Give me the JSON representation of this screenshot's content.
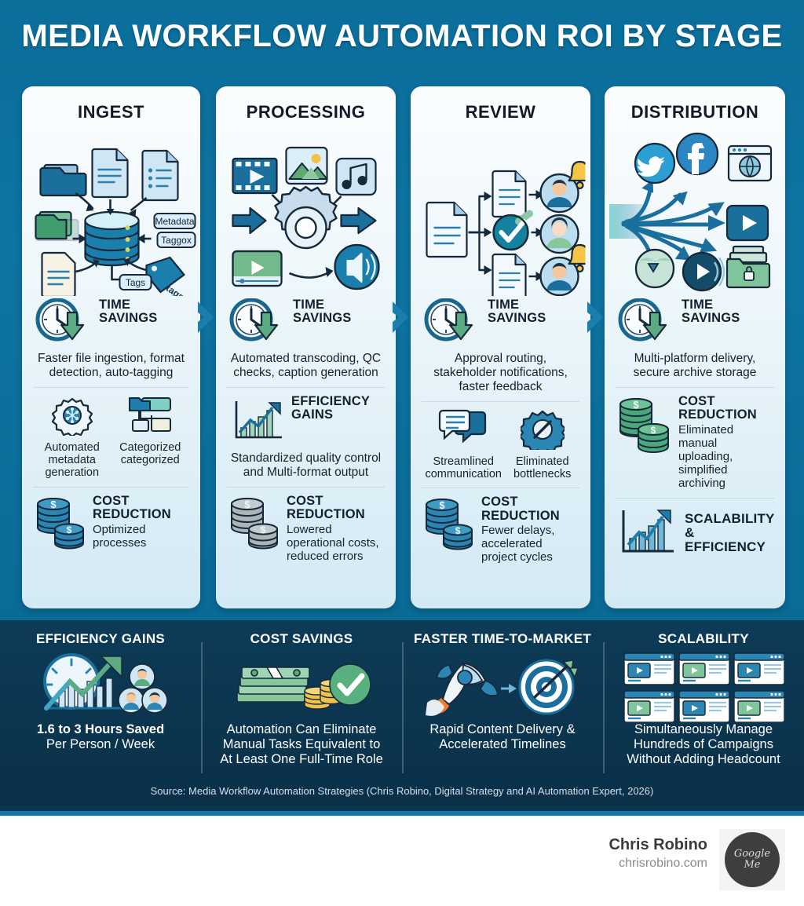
{
  "title": "MEDIA WORKFLOW AUTOMATION ROI BY STAGE",
  "stages": [
    {
      "name": "INGEST",
      "illustration_labels": {
        "metadata": "Metadata",
        "taggox": "Taggox",
        "tags": "Tags",
        "tag_shape": "tags"
      },
      "time_savings_heading": "TIME\nSAVINGS",
      "time_savings_head_l1": "TIME",
      "time_savings_head_l2": "SAVINGS",
      "time_savings_text": "Faster file ingestion, format detection, auto-tagging",
      "mid_left_caption": "Automated metadata generation",
      "mid_right_caption": "Categorized categorized",
      "cost_head_l1": "COST",
      "cost_head_l2": "REDUCTION",
      "cost_text": "Optimized processes"
    },
    {
      "name": "PROCESSING",
      "time_savings_head_l1": "TIME",
      "time_savings_head_l2": "SAVINGS",
      "time_savings_text": "Automated transcoding, QC checks, caption generation",
      "efficiency_head_l1": "EFFICIENCY",
      "efficiency_head_l2": "GAINS",
      "efficiency_text": "Standardized quality control and Multi-format output",
      "cost_head_l1": "COST",
      "cost_head_l2": "REDUCTION",
      "cost_text": "Lowered operational costs, reduced errors"
    },
    {
      "name": "REVIEW",
      "time_savings_head_l1": "TIME",
      "time_savings_head_l2": "SAVINGS",
      "time_savings_text": "Approval routing, stakeholder notifications, faster feedback",
      "mid_left_caption": "Streamlined communication",
      "mid_right_caption": "Eliminated bottlenecks",
      "cost_head_l1": "COST",
      "cost_head_l2": "REDUCTION",
      "cost_text": "Fewer delays, accelerated project cycles"
    },
    {
      "name": "DISTRIBUTION",
      "time_savings_head_l1": "TIME",
      "time_savings_head_l2": "SAVINGS",
      "time_savings_text": "Multi-platform delivery, secure archive storage",
      "cost_head_l1": "COST",
      "cost_head_l2": "REDUCTION",
      "cost_text": "Eliminated manual uploading, simplified archiving",
      "scalability_head_l1": "SCALABILITY",
      "scalability_head_l2": "& EFFICIENCY"
    }
  ],
  "metrics": [
    {
      "title": "EFFICIENCY GAINS",
      "line1": "1.6 to 3 Hours Saved",
      "line2": "Per Person / Week",
      "line3": ""
    },
    {
      "title": "COST SAVINGS",
      "line1": "Automation Can Eliminate",
      "line2": "Manual Tasks Equivalent to",
      "line3": "At Least One Full-Time Role"
    },
    {
      "title": "FASTER TIME-TO-MARKET",
      "line1": "Rapid Content Delivery &",
      "line2": "Accelerated Timelines",
      "line3": ""
    },
    {
      "title": "SCALABILITY",
      "line1": "Simultaneously Manage",
      "line2": "Hundreds of Campaigns",
      "line3": "Without Adding Headcount"
    }
  ],
  "source": "Source: Media Workflow Automation Strategies (Chris Robino, Digital Strategy and AI Automation Expert, 2026)",
  "footer": {
    "name": "Chris Robino",
    "site": "chrisrobino.com",
    "logo_line1": "Google",
    "logo_line2": "Me"
  },
  "colors": {
    "bg_teal": "#0b6e9b",
    "band_dark": "#0a3048",
    "accent_blue": "#1b6f9c",
    "green": "#5cab82",
    "card_top": "#fbfdfe",
    "card_bottom": "#d3e9f4"
  }
}
